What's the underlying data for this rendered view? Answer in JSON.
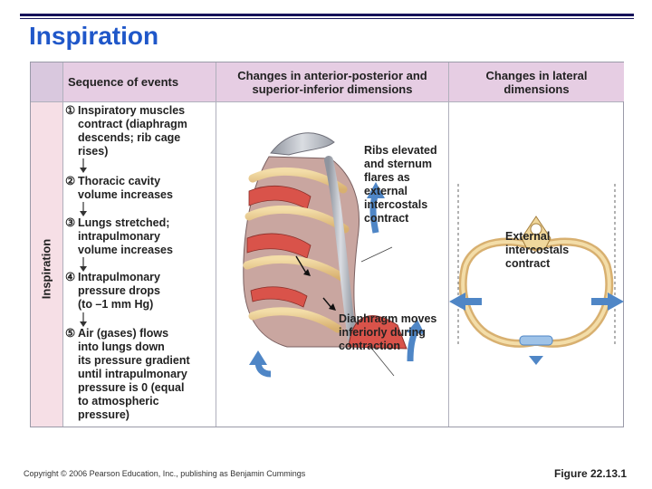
{
  "slide": {
    "title": "Inspiration",
    "footer_copyright": "Copyright © 2006 Pearson Education, Inc., publishing as Benjamin Cummings",
    "figure_label": "Figure 22.13.1"
  },
  "table": {
    "headers": {
      "sequence": "Sequence of events",
      "ap_line1": "Changes in anterior-posterior and",
      "ap_line2": "superior-inferior dimensions",
      "lat_line1": "Changes in lateral",
      "lat_line2": "dimensions"
    },
    "side_label": "Inspiration",
    "steps": [
      {
        "num": "①",
        "lines": [
          "Inspiratory muscles",
          "contract (diaphragm",
          "descends; rib cage",
          "rises)"
        ]
      },
      {
        "num": "②",
        "lines": [
          "Thoracic cavity",
          "volume increases"
        ]
      },
      {
        "num": "③",
        "lines": [
          "Lungs stretched;",
          "intrapulmonary",
          "volume increases"
        ]
      },
      {
        "num": "④",
        "lines": [
          "Intrapulmonary",
          "pressure drops",
          "(to –1 mm Hg)"
        ]
      },
      {
        "num": "⑤",
        "lines": [
          "Air (gases) flows",
          "into lungs down",
          "its pressure gradient",
          "until intrapulmonary",
          "pressure is 0 (equal",
          "to atmospheric",
          "pressure)"
        ]
      }
    ]
  },
  "annotations": {
    "ribs": [
      "Ribs elevated",
      "and sternum",
      "flares as",
      "external",
      "intercostals",
      "contract"
    ],
    "diaphragm": [
      "Diaphragm moves",
      "inferiorly during",
      "contraction"
    ],
    "external": [
      "External",
      "intercostals",
      "contract"
    ]
  },
  "colors": {
    "title": "#1f57c9",
    "header_bg": "#e6cde3",
    "side_band": "#f6dfe6",
    "arrow_blue": "#4f86c6",
    "rib_bone": "#e7c98c",
    "muscle_red": "#d9534a",
    "cartilage_gray": "#b8bcc4"
  }
}
